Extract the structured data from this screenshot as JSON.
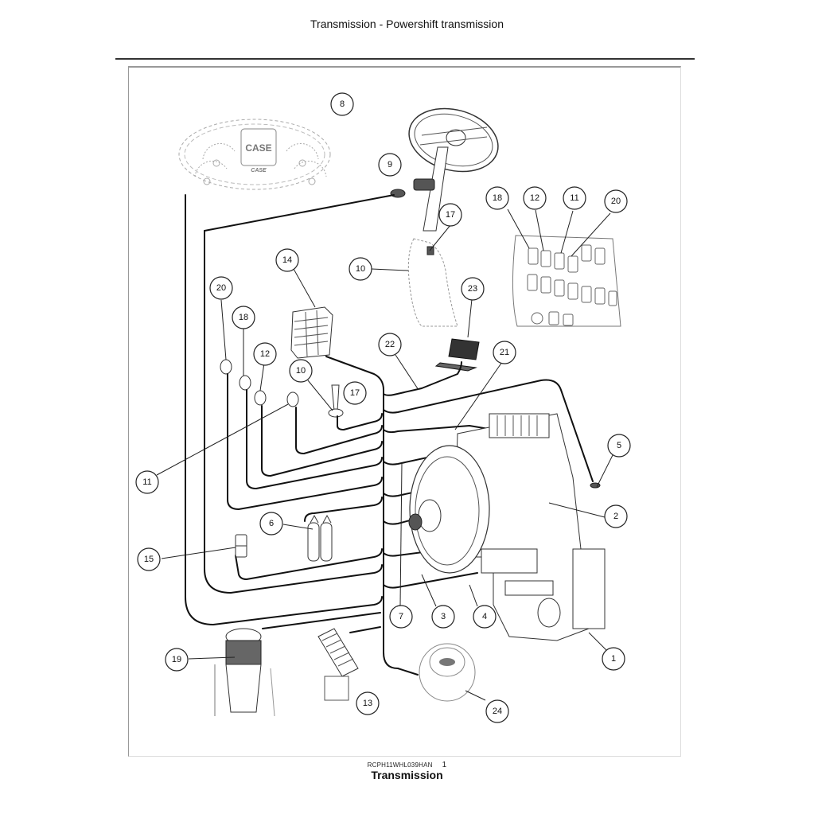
{
  "page": {
    "header_title": "Transmission - Powershift transmission",
    "figure_code": "RCPH11WHL039HAN",
    "figure_number": "1",
    "figure_caption": "Transmission"
  },
  "diagram": {
    "dash_logo_text": "CASE",
    "dash_display_text": "CASE",
    "callouts": [
      {
        "id": "c8",
        "label": "8",
        "component": "instrument-cluster"
      },
      {
        "id": "c9",
        "label": "9",
        "component": "steering-column-switch"
      },
      {
        "id": "c18a",
        "label": "18",
        "component": "switch-panel-switch-18"
      },
      {
        "id": "c12a",
        "label": "12",
        "component": "switch-panel-switch-12"
      },
      {
        "id": "c11a",
        "label": "11",
        "component": "switch-panel-switch-11"
      },
      {
        "id": "c20a",
        "label": "20",
        "component": "switch-panel-switch-20"
      },
      {
        "id": "c17a",
        "label": "17",
        "component": "steering-console-switch"
      },
      {
        "id": "c10a",
        "label": "10",
        "component": "steering-console-lever"
      },
      {
        "id": "c14",
        "label": "14",
        "component": "transmission-control-unit"
      },
      {
        "id": "c23",
        "label": "23",
        "component": "diagnostic-laptop"
      },
      {
        "id": "c20b",
        "label": "20",
        "component": "switch-connector-20"
      },
      {
        "id": "c18b",
        "label": "18",
        "component": "switch-connector-18"
      },
      {
        "id": "c12b",
        "label": "12",
        "component": "switch-connector-12"
      },
      {
        "id": "c10b",
        "label": "10",
        "component": "shift-lever"
      },
      {
        "id": "c17b",
        "label": "17",
        "component": "shift-lever-button"
      },
      {
        "id": "c22",
        "label": "22",
        "component": "diagnostic-connector"
      },
      {
        "id": "c21",
        "label": "21",
        "component": "control-valve-harness"
      },
      {
        "id": "c5",
        "label": "5",
        "component": "speed-sensor"
      },
      {
        "id": "c11b",
        "label": "11",
        "component": "switch-connector-11"
      },
      {
        "id": "c2",
        "label": "2",
        "component": "transmission-sensor"
      },
      {
        "id": "c6",
        "label": "6",
        "component": "relays"
      },
      {
        "id": "c15",
        "label": "15",
        "component": "connector-15"
      },
      {
        "id": "c7",
        "label": "7",
        "component": "harness-7"
      },
      {
        "id": "c3",
        "label": "3",
        "component": "harness-3"
      },
      {
        "id": "c4",
        "label": "4",
        "component": "harness-4"
      },
      {
        "id": "c1",
        "label": "1",
        "component": "powershift-transmission"
      },
      {
        "id": "c19",
        "label": "19",
        "component": "loader-joystick"
      },
      {
        "id": "c13",
        "label": "13",
        "component": "brake-pedal"
      },
      {
        "id": "c24",
        "label": "24",
        "component": "horn-button"
      }
    ]
  }
}
